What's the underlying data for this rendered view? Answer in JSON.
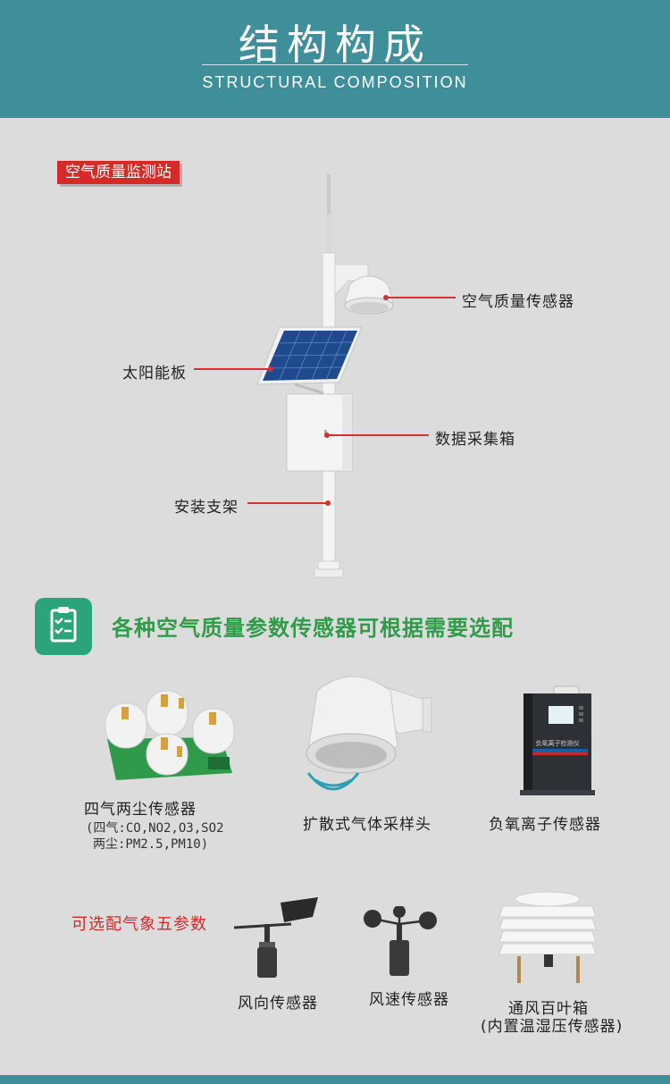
{
  "header": {
    "title": "结构构成",
    "subtitle": "STRUCTURAL  COMPOSITION"
  },
  "station_tag": "空气质量监测站",
  "station": {
    "air_sensor": "空气质量传感器",
    "solar_panel": "太阳能板",
    "data_box": "数据采集箱",
    "bracket": "安装支架"
  },
  "banner": {
    "text": "各种空气质量参数传感器可根据需要选配",
    "icon": "checklist-icon"
  },
  "sensors": {
    "four_gas": "四气两尘传感器",
    "four_gas_detail_1": "(四气:CO,NO2,O3,SO2",
    "four_gas_detail_2": "两尘:PM2.5,PM10)",
    "diffusion_head": "扩散式气体采样头",
    "anion": "负氧离子传感器",
    "anion_device_label": "负氧离子检测仪"
  },
  "optional_note": "可选配气象五参数",
  "weather": {
    "wind_direction": "风向传感器",
    "wind_speed": "风速传感器",
    "louver_box": "通风百叶箱",
    "louver_detail": "(内置温湿压传感器)"
  },
  "colors": {
    "teal": "#3f8f9a",
    "red": "#d52a2a",
    "green": "#2f9c4a",
    "background": "#dcdcdc"
  }
}
